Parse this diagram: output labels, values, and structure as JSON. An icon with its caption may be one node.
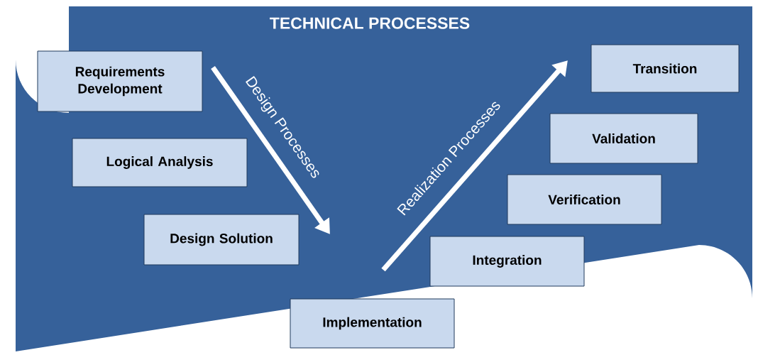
{
  "diagram": {
    "nodes": [
      {
        "text": [
          "TECHNICAL PROCESSES"
        ]
      },
      {
        "text": [
          "Requirements Development"
        ],
        "in": 0
      },
      {
        "text": [
          "Logical Analysis"
        ],
        "in": 0
      },
      {
        "text": [
          "Design Solution"
        ],
        "in": 0
      },
      {
        "text": [
          "Implementation"
        ],
        "in": 0
      },
      {
        "text": [
          "Integration"
        ],
        "in": 0
      },
      {
        "text": [
          "Verification"
        ],
        "in": 0
      },
      {
        "text": [
          "Validation"
        ],
        "in": 0
      },
      {
        "text": [
          "Transition"
        ],
        "in": 0
      }
    ],
    "labels": [
      "Design Processes",
      "Realization Processes"
    ]
  }
}
